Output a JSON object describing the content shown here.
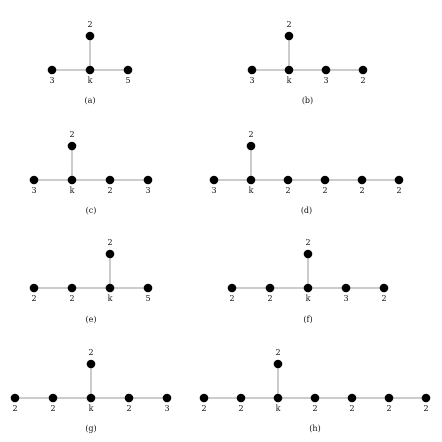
{
  "diagrams": [
    {
      "caption": "(a)",
      "top_label": "2",
      "row_labels": [
        "3",
        "k",
        "5"
      ]
    },
    {
      "caption": "(b)",
      "top_label": "2",
      "row_labels": [
        "3",
        "k",
        "3",
        "2"
      ]
    },
    {
      "caption": "(c)",
      "top_label": "2",
      "row_labels": [
        "3",
        "k",
        "2",
        "3"
      ]
    },
    {
      "caption": "(d)",
      "top_label": "2",
      "row_labels": [
        "3",
        "k",
        "2",
        "2",
        "2",
        "2"
      ]
    },
    {
      "caption": "(e)",
      "top_label": "2",
      "row_labels": [
        "2",
        "2",
        "k",
        "5"
      ]
    },
    {
      "caption": "(f)",
      "top_label": "2",
      "row_labels": [
        "2",
        "2",
        "k",
        "3",
        "2"
      ]
    },
    {
      "caption": "(g)",
      "top_label": "2",
      "row_labels": [
        "2",
        "2",
        "k",
        "2",
        "3"
      ]
    },
    {
      "caption": "(h)",
      "top_label": "2",
      "row_labels": [
        "2",
        "2",
        "k",
        "2",
        "2",
        "2",
        "2"
      ]
    }
  ]
}
